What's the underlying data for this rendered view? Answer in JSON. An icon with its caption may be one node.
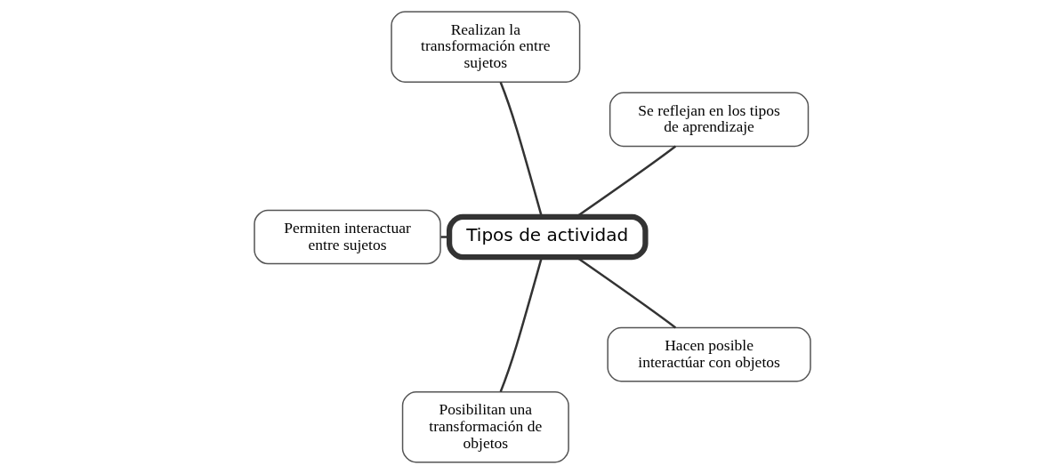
{
  "diagram": {
    "nodes": [
      {
        "text": [
          "Tipos de actividad"
        ]
      },
      {
        "text": [
          "Se reflejan en los tipos de aprendizaje"
        ]
      },
      {
        "text": [
          "Realizan la transformación entre sujetos"
        ]
      },
      {
        "text": [
          "Permiten interactuar entre sujetos"
        ]
      },
      {
        "text": [
          "Posibilitan una transformación de objetos"
        ]
      },
      {
        "text": [
          "Hacen posible interactúar con objetos"
        ]
      }
    ],
    "edges": [
      {
        "from": 0,
        "to": 1,
        "arrow": "none"
      },
      {
        "from": 0,
        "to": 2,
        "arrow": "none"
      },
      {
        "from": 0,
        "to": 3,
        "arrow": "none"
      },
      {
        "from": 0,
        "to": 4,
        "arrow": "none"
      },
      {
        "from": 0,
        "to": 5,
        "arrow": "none"
      }
    ]
  }
}
